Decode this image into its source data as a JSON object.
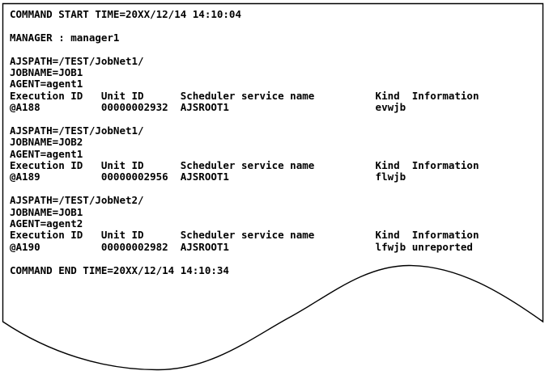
{
  "colors": {
    "background": "#ffffff",
    "text": "#000000",
    "border": "#000000"
  },
  "terminal": {
    "command_start_line": "COMMAND START TIME=20XX/12/14 14:10:04",
    "manager_line": "MANAGER : manager1",
    "table_columns": [
      "Execution ID",
      "Unit ID",
      "Scheduler service name",
      "Kind",
      "Information"
    ],
    "column_char_offsets": [
      0,
      15,
      28,
      60,
      66
    ],
    "job_blocks": [
      {
        "ajspath": "AJSPATH=/TEST/JobNet1/",
        "jobname": "JOBNAME=JOB1",
        "agent": "AGENT=agent1",
        "row": {
          "execution_id": "@A188",
          "unit_id": "00000002932",
          "scheduler_service_name": "AJSROOT1",
          "kind": "evwjb",
          "information": ""
        }
      },
      {
        "ajspath": "AJSPATH=/TEST/JobNet1/",
        "jobname": "JOBNAME=JOB2",
        "agent": "AGENT=agent1",
        "row": {
          "execution_id": "@A189",
          "unit_id": "00000002956",
          "scheduler_service_name": "AJSROOT1",
          "kind": "flwjb",
          "information": ""
        }
      },
      {
        "ajspath": "AJSPATH=/TEST/JobNet2/",
        "jobname": "JOBNAME=JOB1",
        "agent": "AGENT=agent2",
        "row": {
          "execution_id": "@A190",
          "unit_id": "00000002982",
          "scheduler_service_name": "AJSROOT1",
          "kind": "lfwjb",
          "information": "unreported"
        }
      }
    ],
    "command_end_line": "COMMAND END TIME=20XX/12/14 14:10:34"
  }
}
